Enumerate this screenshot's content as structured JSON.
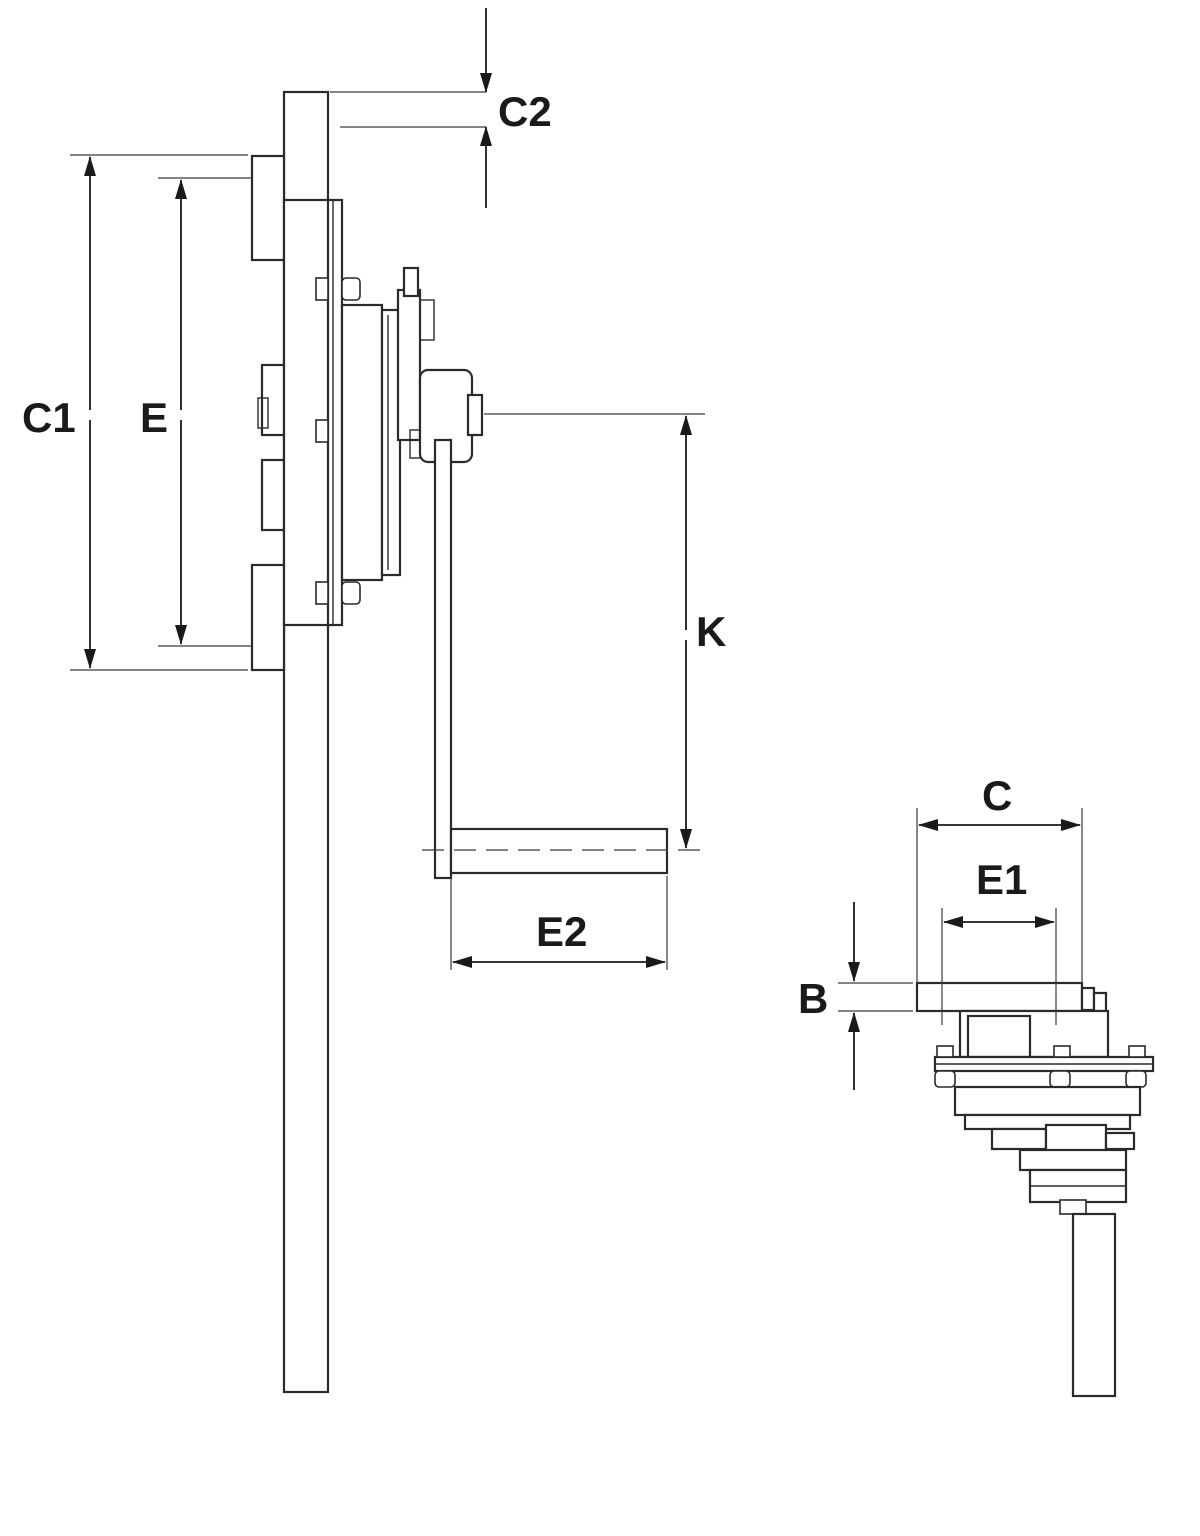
{
  "colors": {
    "line": "#2a2a2a",
    "background": "#ffffff",
    "shade": "#e6e6e6"
  },
  "labels": {
    "c2": "C2",
    "c1": "C1",
    "e": "E",
    "k": "K",
    "e2": "E2",
    "c": "C",
    "e1": "E1",
    "b": "B"
  }
}
